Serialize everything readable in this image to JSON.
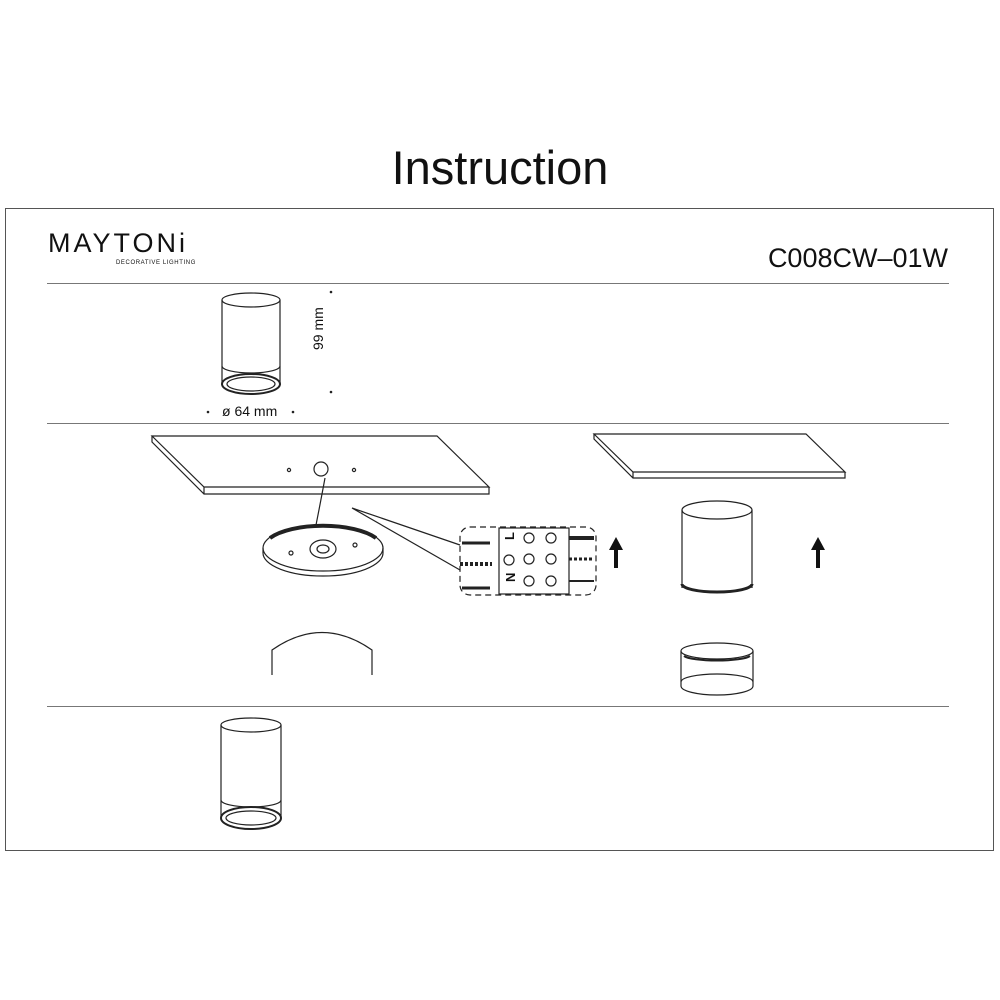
{
  "title": "Instruction",
  "brand": {
    "name": "MAYTONi",
    "tagline": "DECORATIVE LIGHTING"
  },
  "model_code": "C008CW–01W",
  "dimensions": {
    "height": "99 mm",
    "diameter": "ø 64 mm"
  },
  "terminal_labels": {
    "live": "L",
    "neutral": "N"
  }
}
